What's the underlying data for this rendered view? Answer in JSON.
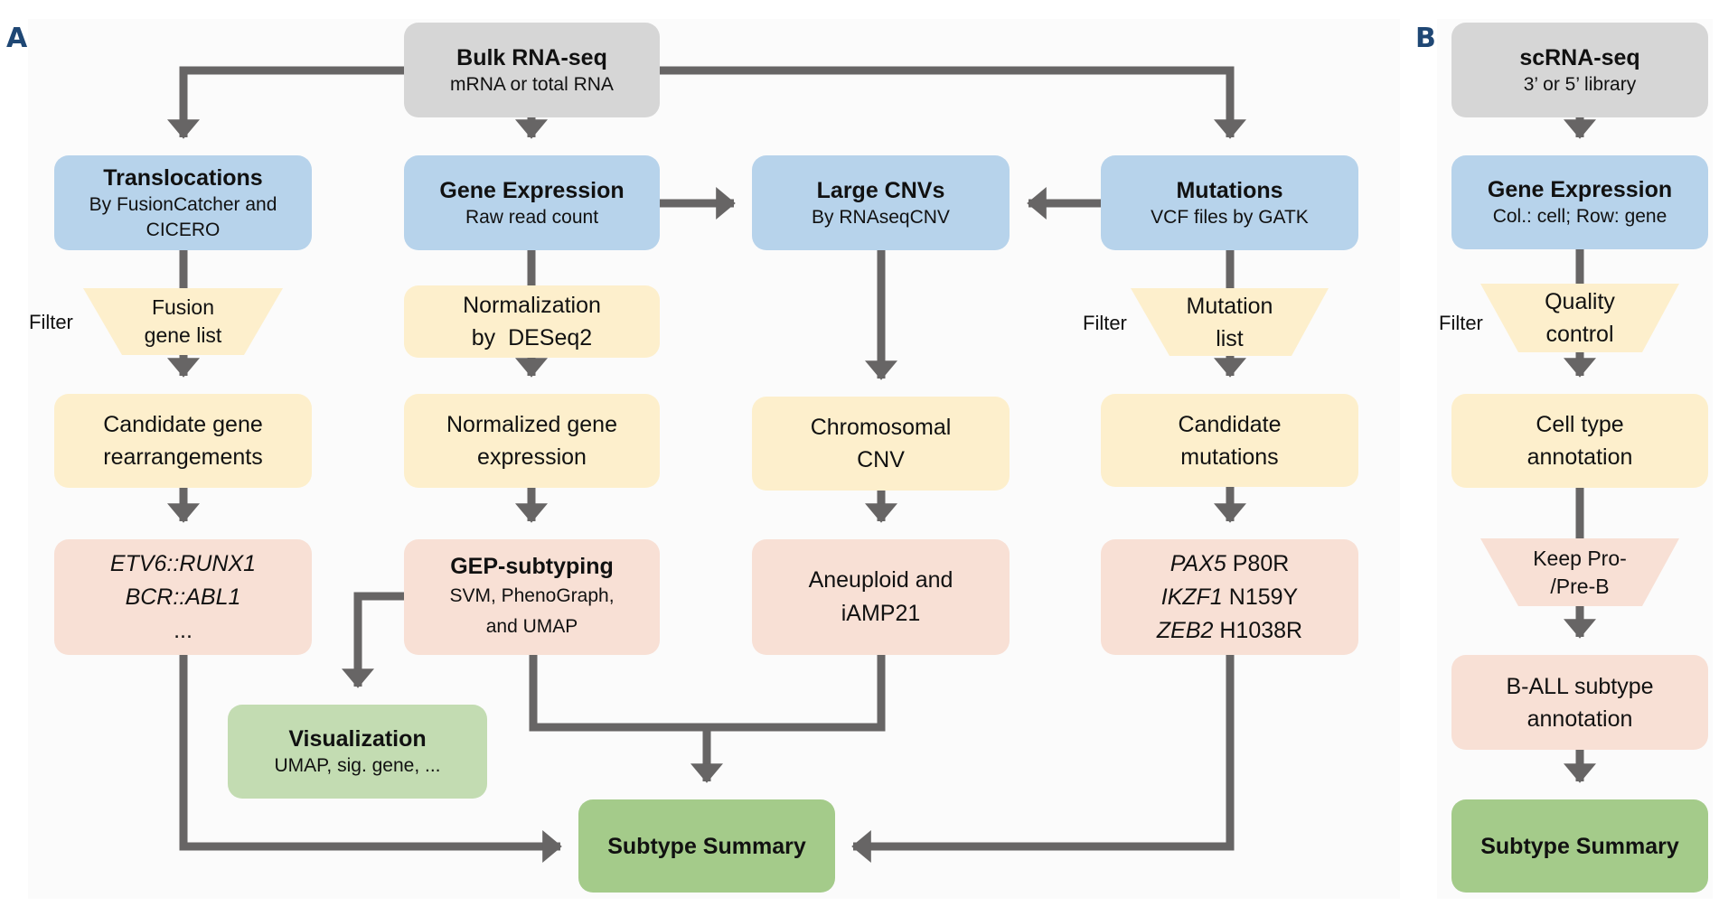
{
  "panel_a": {
    "label": "A",
    "bulk": {
      "title": "Bulk RNA-seq",
      "subtitle": "mRNA or total RNA"
    },
    "translocations": {
      "title": "Translocations",
      "subtitle_1": "By FusionCatcher and",
      "subtitle_2": "CICERO"
    },
    "gene_expression": {
      "title": "Gene Expression",
      "subtitle": "Raw read count"
    },
    "large_cnvs": {
      "title": "Large CNVs",
      "subtitle": "By RNAseqCNV"
    },
    "mutations": {
      "title": "Mutations",
      "subtitle": "VCF files by GATK"
    },
    "fusion_filter": {
      "label": "Filter",
      "line_1": "Fusion",
      "line_2": "gene list"
    },
    "normalization": {
      "line_1": "Normalization",
      "line_2": "by  DESeq2"
    },
    "mutation_filter": {
      "label": "Filter",
      "line_1": "Mutation",
      "line_2": "list"
    },
    "candidate_rearrangements": {
      "line_1": "Candidate gene",
      "line_2": "rearrangements"
    },
    "normalized_expression": {
      "line_1": "Normalized gene",
      "line_2": "expression"
    },
    "chromosomal_cnv": {
      "line_1": "Chromosomal",
      "line_2": "CNV"
    },
    "candidate_mutations": {
      "line_1": "Candidate",
      "line_2": "mutations"
    },
    "fusions": {
      "line_1": "ETV6::RUNX1",
      "line_2": "BCR::ABL1",
      "line_3": "..."
    },
    "gep_subtyping": {
      "title": "GEP-subtyping",
      "line_1": "SVM, PhenoGraph,",
      "line_2": "and UMAP"
    },
    "aneuploid": {
      "line_1": "Aneuploid and",
      "line_2": "iAMP21"
    },
    "mutation_examples": [
      {
        "gene": "PAX5",
        "variant": "P80R"
      },
      {
        "gene": "IKZF1",
        "variant": "N159Y"
      },
      {
        "gene": "ZEB2",
        "variant": "H1038R"
      }
    ],
    "visualization": {
      "title": "Visualization",
      "subtitle": "UMAP, sig. gene, ..."
    },
    "subtype_summary": {
      "title": "Subtype Summary"
    }
  },
  "panel_b": {
    "label": "B",
    "scrna": {
      "title": "scRNA-seq",
      "subtitle": "3’ or 5’ library"
    },
    "gene_expression": {
      "title": "Gene Expression",
      "subtitle": "Col.: cell; Row: gene"
    },
    "quality_filter": {
      "label": "Filter",
      "line_1": "Quality",
      "line_2": "control"
    },
    "cell_type": {
      "line_1": "Cell type",
      "line_2": "annotation"
    },
    "keep_filter": {
      "line_1": "Keep Pro-",
      "line_2": "/Pre-B"
    },
    "ball_subtype": {
      "line_1": "B-ALL subtype",
      "line_2": "annotation"
    },
    "subtype_summary": {
      "title": "Subtype Summary"
    }
  },
  "colors": {
    "label": "#1f4774",
    "arrow": "#676565",
    "source": "#d6d6d6",
    "input": "#b7d3eb",
    "process": "#fdefcc",
    "result": "#f8e0d5",
    "visualization": "#c3dcb2",
    "summary": "#a4cb8a"
  }
}
